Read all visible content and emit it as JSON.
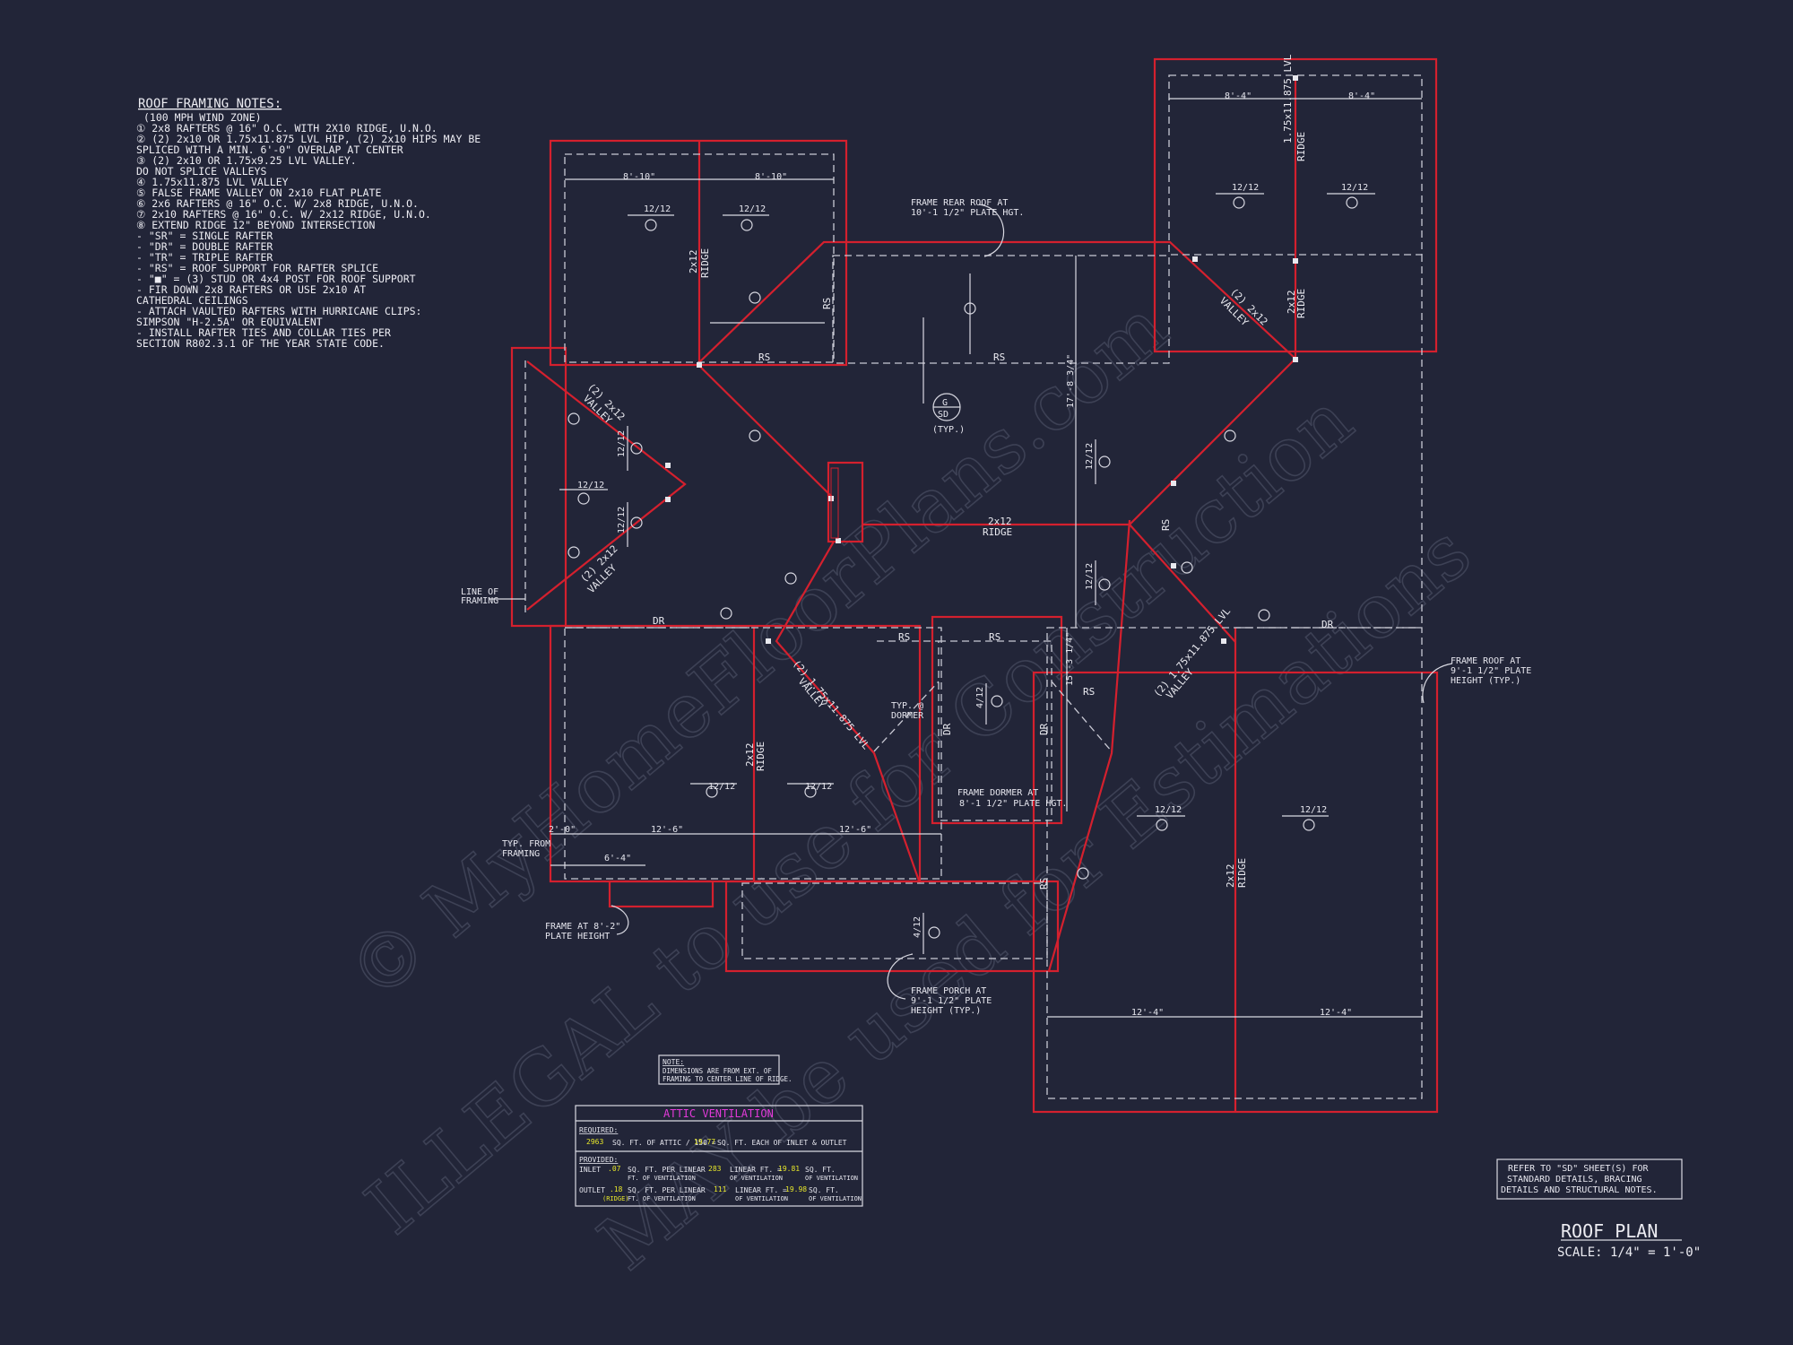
{
  "notes": {
    "title": "ROOF FRAMING NOTES:",
    "lines": [
      "(100 MPH WIND ZONE)",
      "① 2x8 RAFTERS @ 16\" O.C. WITH 2X10 RIDGE, U.N.O.",
      "② (2) 2x10 OR 1.75x11.875 LVL HIP, (2) 2x10 HIPS MAY BE",
      "   SPLICED WITH A MIN. 6'-0\" OVERLAP AT CENTER",
      "③ (2) 2x10 OR 1.75x9.25 LVL VALLEY.",
      "   DO NOT SPLICE VALLEYS",
      "④ 1.75x11.875 LVL VALLEY",
      "⑤ FALSE FRAME VALLEY ON 2x10 FLAT PLATE",
      "⑥ 2x6 RAFTERS @ 16\" O.C. W/ 2x8 RIDGE, U.N.O.",
      "⑦ 2x10 RAFTERS @ 16\" O.C. W/ 2x12 RIDGE, U.N.O.",
      "⑧ EXTEND RIDGE 12\" BEYOND INTERSECTION",
      "- \"SR\" = SINGLE RAFTER",
      "- \"DR\" = DOUBLE RAFTER",
      "- \"TR\" = TRIPLE RAFTER",
      "- \"RS\" = ROOF SUPPORT FOR RAFTER SPLICE",
      "- \"■\" = (3) STUD OR 4x4 POST FOR ROOF SUPPORT",
      "- FIR DOWN 2x8 RAFTERS OR USE 2x10 AT",
      "  CATHEDRAL CEILINGS",
      "- ATTACH VAULTED RAFTERS WITH HURRICANE CLIPS:",
      "  SIMPSON \"H-2.5A\" OR EQUIVALENT",
      "- INSTALL RAFTER TIES AND COLLAR TIES PER",
      "  SECTION R802.3.1 OF THE YEAR STATE CODE."
    ]
  },
  "plan": {
    "dims": {
      "d1": "8'-10\"",
      "d2": "8'-10\"",
      "d3": "8'-4\"",
      "d4": "8'-4\"",
      "d5": "12'-6\"",
      "d6": "12'-6\"",
      "d7": "6'-4\"",
      "d8": "2'-0\"",
      "d9": "12'-4\"",
      "d10": "12'-4\"",
      "d11": "17'-8 3/4\"",
      "d12": "15'-3 1/4\""
    },
    "labels": {
      "pitch": "12/12",
      "pitch4": "4/12",
      "ridge": "RIDGE",
      "ridge2x12": "2x12",
      "ridge_lvl": "1.75x11.875 LVL",
      "valley": "VALLEY",
      "valley22x12": "(2) 2x12",
      "valley_lvl": "(2) 1.75x11.875 LVL",
      "rs": "RS",
      "dr": "DR",
      "sd_top": "G",
      "sd_mid": "SD",
      "sd_typ": "(TYP.)",
      "ridge_center": "2x12",
      "ridge_center2": "RIDGE"
    },
    "callouts": {
      "rear_roof_1": "FRAME REAR ROOF AT",
      "rear_roof_2": "10'-1 1/2\" PLATE HGT.",
      "line_framing_1": "LINE OF",
      "line_framing_2": "FRAMING",
      "typ_dormer_1": "TYP. @",
      "typ_dormer_2": "DORMER",
      "frame_dormer_1": "FRAME DORMER AT",
      "frame_dormer_2": "8'-1 1/2\" PLATE HGT.",
      "typ_from_1": "TYP. FROM",
      "typ_from_2": "FRAMING",
      "frame_at_1": "FRAME AT 8'-2\"",
      "frame_at_2": "PLATE HEIGHT",
      "frame_porch_1": "FRAME PORCH AT",
      "frame_porch_2": "9'-1 1/2\" PLATE",
      "frame_porch_3": "HEIGHT (TYP.)",
      "frame_roof_1": "FRAME ROOF AT",
      "frame_roof_2": "9'-1 1/2\" PLATE",
      "frame_roof_3": "HEIGHT (TYP.)",
      "dim_note_title": "NOTE:",
      "dim_note_1": "DIMENSIONS ARE FROM EXT. OF",
      "dim_note_2": "FRAMING TO CENTER LINE OF RIDGE."
    }
  },
  "attic": {
    "title": "ATTIC VENTILATION",
    "required_label": "REQUIRED:",
    "req_sqft": "2963",
    "req_text_1": "SQ. FT. OF ATTIC / 150 =",
    "req_value": "19.77",
    "req_text_2": "SQ. FT. EACH OF INLET & OUTLET",
    "provided_label": "PROVIDED:",
    "inlet_label": "INLET",
    "inlet_rate": ".07",
    "inlet_text_1": "SQ. FT. PER LINEAR",
    "inlet_text_1b": "FT. OF VENTILATION",
    "inlet_len": "283",
    "inlet_text_2": "LINEAR FT. =",
    "inlet_text_2b": "OF VENTILATION",
    "inlet_total": "19.81",
    "inlet_text_3": "SQ. FT.",
    "inlet_text_3b": "OF VENTILATION",
    "outlet_label": "OUTLET",
    "outlet_rate": ".18",
    "outlet_ridge": "(RIDGE)",
    "outlet_text_1": "SQ. FT. PER LINEAR",
    "outlet_text_1b": "FT. OF VENTILATION",
    "outlet_len": "111",
    "outlet_text_2": "LINEAR FT. =",
    "outlet_text_2b": "OF VENTILATION",
    "outlet_total": "19.98",
    "outlet_text_3": "SQ. FT.",
    "outlet_text_3b": "OF VENTILATION"
  },
  "refer": {
    "lines": [
      "REFER TO \"SD\" SHEET(S) FOR",
      "STANDARD DETAILS, BRACING",
      "DETAILS AND STRUCTURAL NOTES."
    ]
  },
  "title_block": {
    "title": "ROOF PLAN",
    "scale": "SCALE: 1/4\" = 1'-0\""
  },
  "watermark": {
    "line1": "© MyHomeFloorPlans.com",
    "line2": "ILLEGAL to use for Construction",
    "line3": "MAY be used for Estimations"
  },
  "colors": {
    "background": "#222538",
    "wall": "#d4202e",
    "line": "#d9d9e2",
    "highlight": "#e6e62a",
    "title_accent": "#e23ad9"
  }
}
